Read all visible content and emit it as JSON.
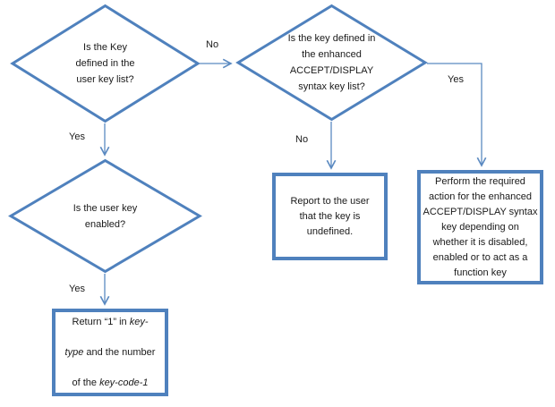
{
  "colors": {
    "shape_border": "#4f81bd",
    "connector": "#5b8ac1",
    "text": "#1a1a1a"
  },
  "decisions": {
    "key_in_user_list": {
      "text": "Is the Key\ndefined in the\nuser key list?"
    },
    "key_in_enhanced_list": {
      "text": "Is the key defined in\nthe enhanced\nACCEPT/DISPLAY\nsyntax key list?"
    },
    "user_key_enabled": {
      "text": "Is the user key\nenabled?"
    }
  },
  "processes": {
    "report_undefined": {
      "text": "Report to the user\nthat the key is\nundefined."
    },
    "perform_action": {
      "text": "Perform the required\naction for the enhanced\nACCEPT/DISPLAY syntax\nkey depending on\nwhether it is disabled,\nenabled or to act as a\nfunction key"
    },
    "return_key": {
      "line1_normal": "Return “1” in ",
      "line1_italic": "key-",
      "line2_italic": "type",
      "line2_normal": " and the number",
      "line3_normal": "of the ",
      "line3_italic": "key-code-1"
    }
  },
  "edge_labels": {
    "no_d1_d2": "No",
    "yes_d1_d3": "Yes",
    "yes_d3_return": "Yes",
    "no_d2_report": "No",
    "yes_d2_perform": "Yes"
  }
}
